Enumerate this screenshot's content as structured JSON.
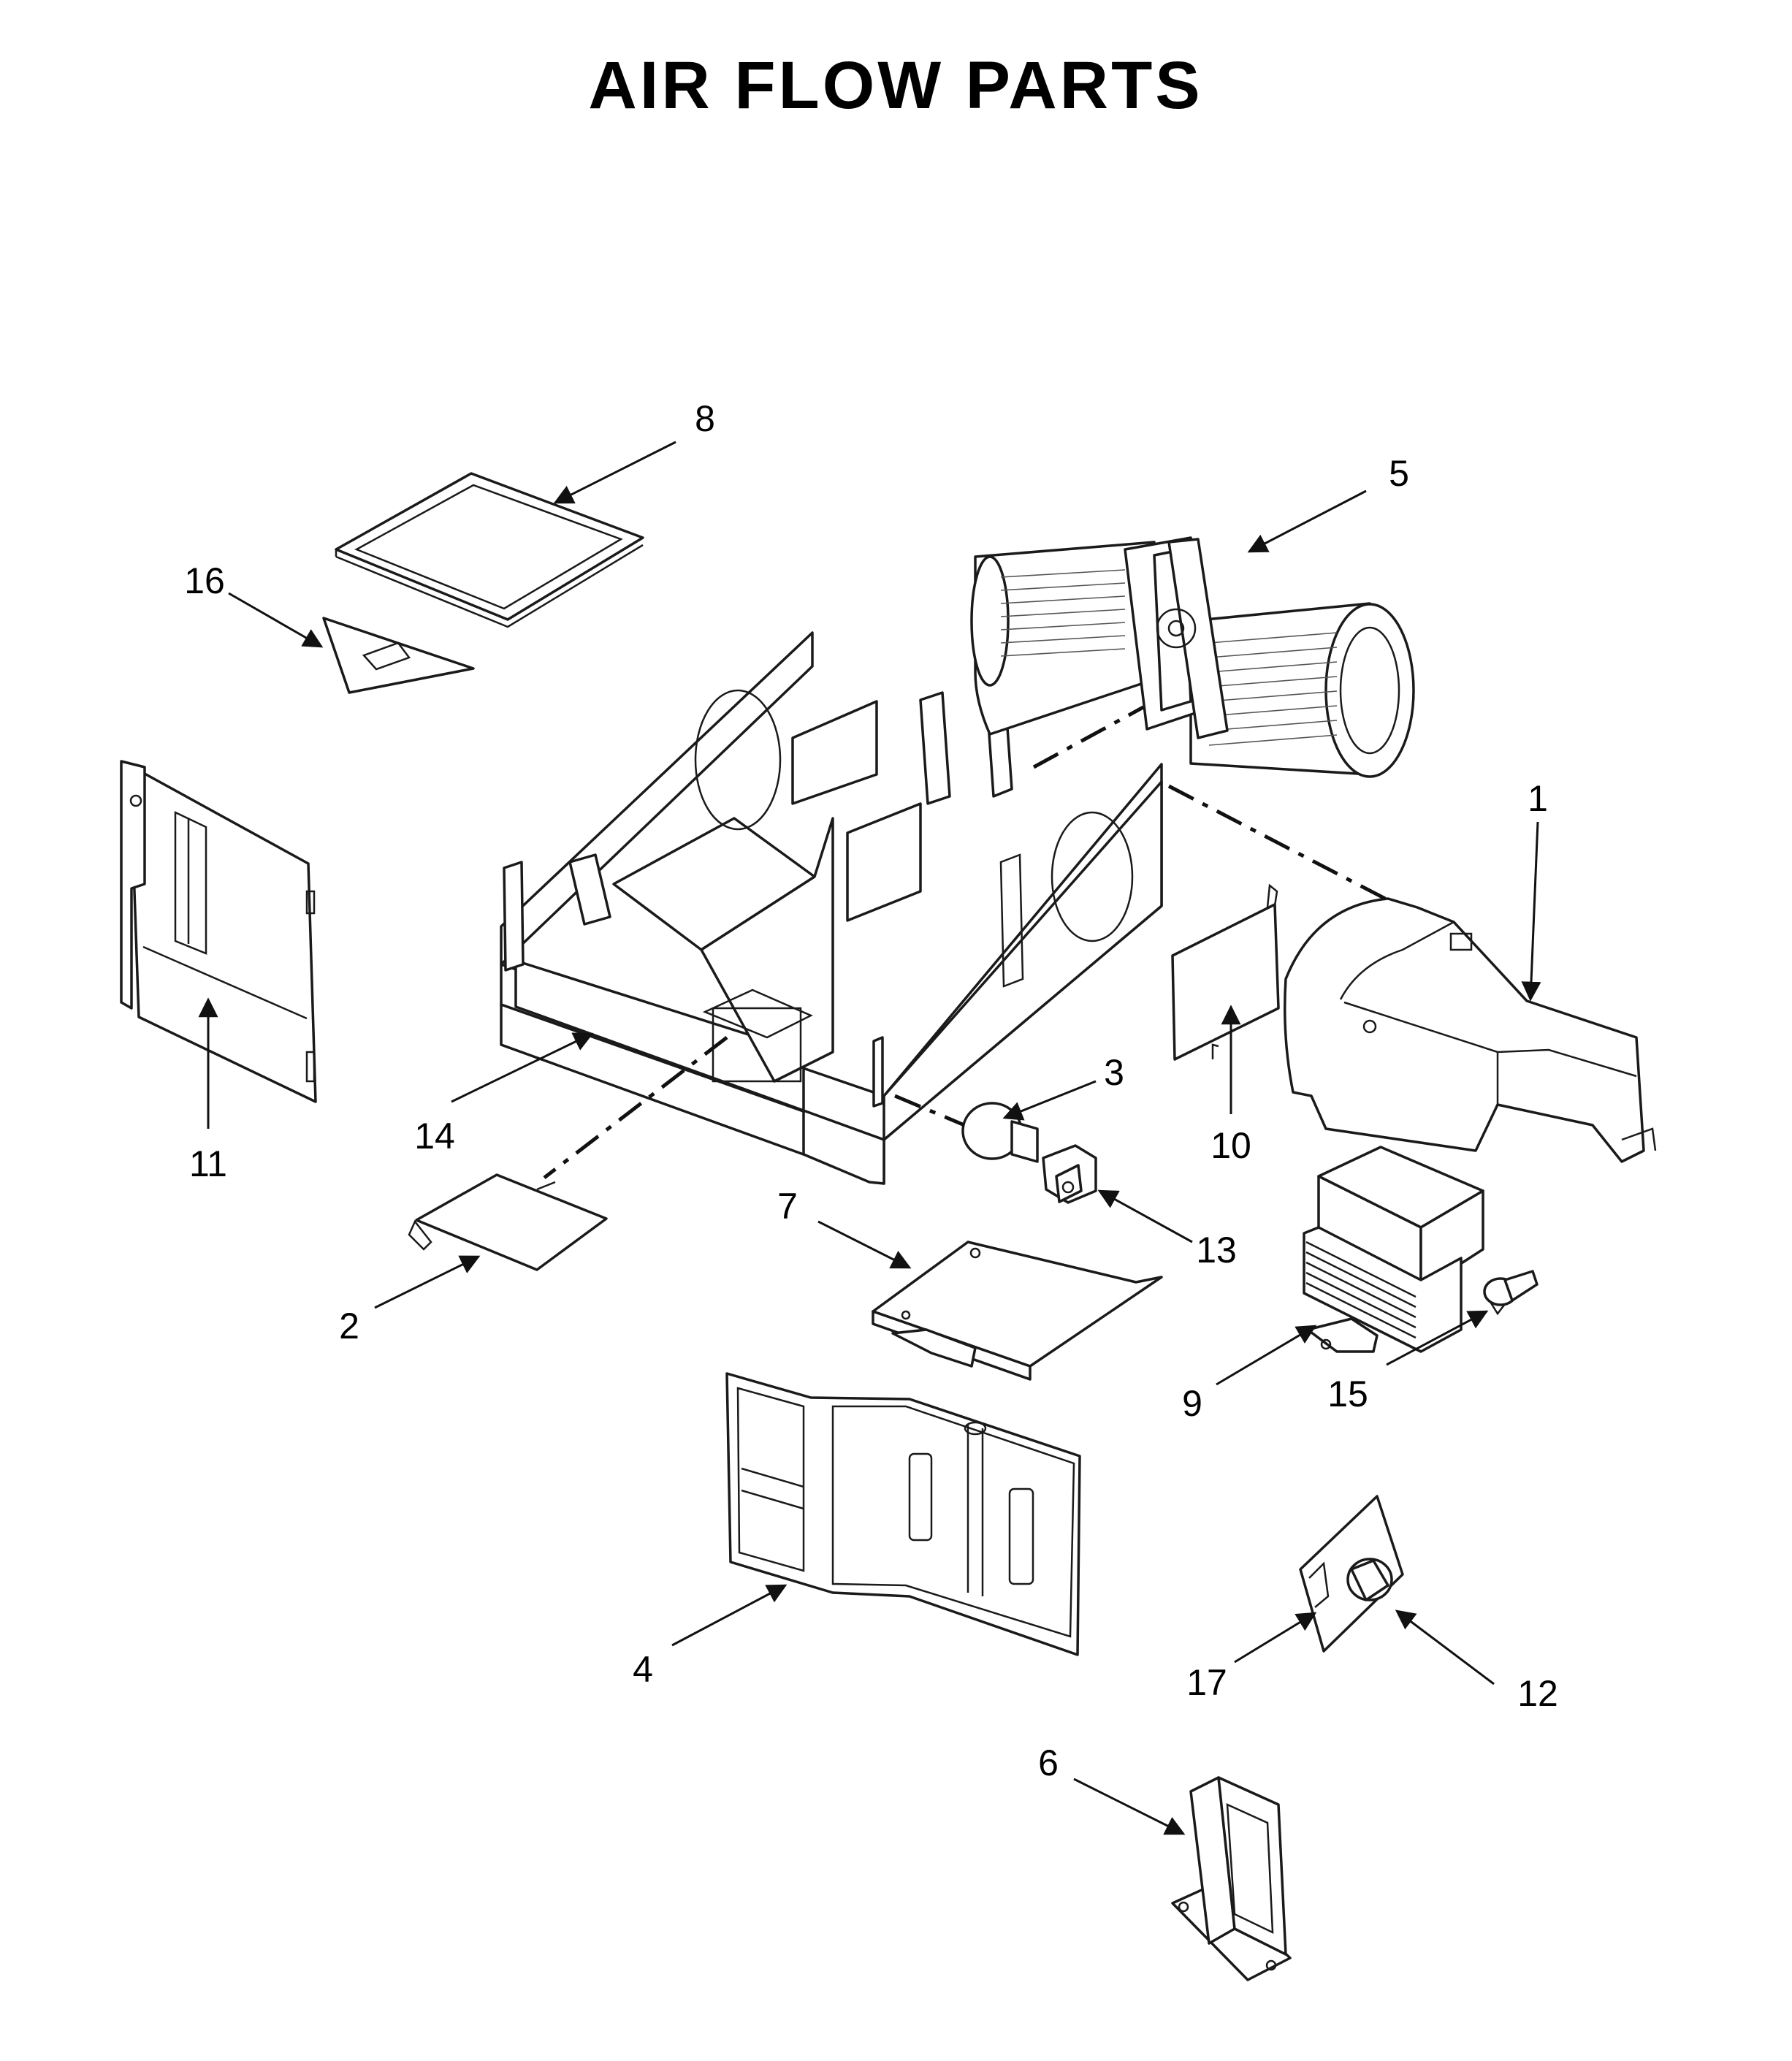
{
  "title": "AIR FLOW PARTS",
  "callouts": {
    "p1": "1",
    "p2": "2",
    "p3": "3",
    "p4": "4",
    "p5": "5",
    "p6": "6",
    "p7": "7",
    "p8": "8",
    "p9": "9",
    "p10": "10",
    "p11": "11",
    "p12": "12",
    "p13": "13",
    "p14": "14",
    "p15": "15",
    "p16": "16",
    "p17": "17"
  }
}
